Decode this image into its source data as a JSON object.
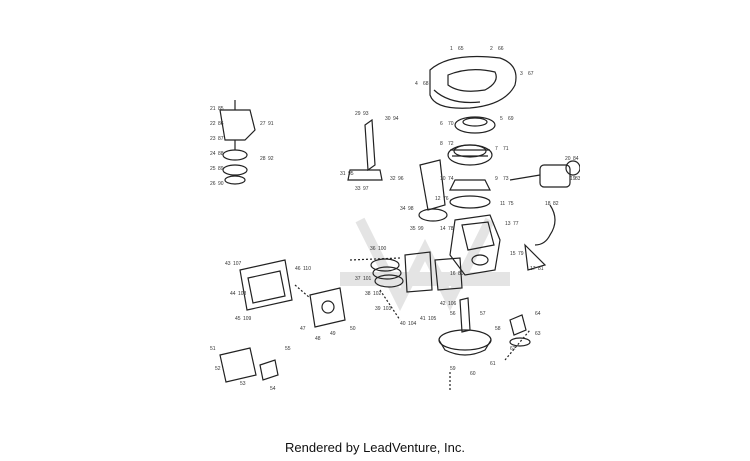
{
  "footer": {
    "credit": "Rendered by LeadVenture, Inc."
  },
  "diagram": {
    "callouts": [
      "1",
      "2",
      "3",
      "4",
      "5",
      "6",
      "7",
      "8",
      "9",
      "10",
      "11",
      "12",
      "13",
      "14",
      "15",
      "16",
      "17",
      "18",
      "19",
      "20",
      "21",
      "22",
      "23",
      "24",
      "25",
      "26",
      "27",
      "28",
      "29",
      "30",
      "31",
      "32",
      "33",
      "34",
      "35",
      "36",
      "37",
      "38",
      "39",
      "40",
      "41",
      "42",
      "43",
      "44",
      "45",
      "46",
      "47",
      "48",
      "49",
      "50",
      "51",
      "52",
      "53",
      "54",
      "55",
      "56",
      "57",
      "58",
      "59",
      "60",
      "61",
      "62",
      "63",
      "64",
      "65",
      "66",
      "67",
      "68",
      "69",
      "70",
      "71",
      "72",
      "73",
      "74",
      "75",
      "76",
      "77",
      "78",
      "79",
      "80",
      "81",
      "82",
      "83",
      "84",
      "85",
      "86",
      "87",
      "88",
      "89",
      "90",
      "91",
      "92",
      "93",
      "94",
      "95",
      "96",
      "97",
      "98",
      "99",
      "100",
      "101",
      "102",
      "103",
      "104",
      "105",
      "106",
      "107",
      "108",
      "109",
      "110"
    ],
    "watermark_icon": "leadventure-logo"
  }
}
